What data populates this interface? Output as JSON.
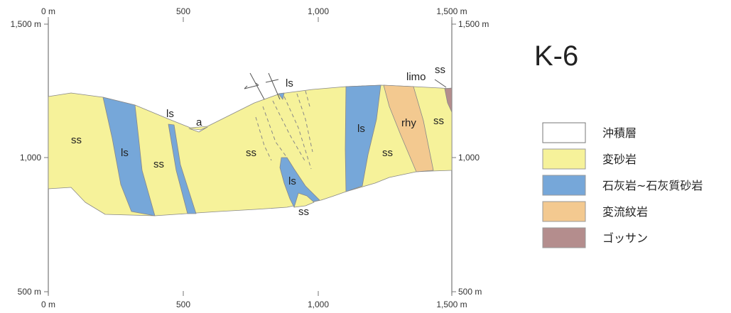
{
  "title": "K-6",
  "axes": {
    "top_ticks": [
      "0 m",
      "500",
      "1,000",
      "1,500 m"
    ],
    "bottom_ticks": [
      "0 m",
      "500",
      "1,000",
      "1,500 m"
    ],
    "left_ticks": [
      "1,500 m",
      "1,000",
      "500 m"
    ],
    "right_ticks": [
      "1,500 m",
      "1,000",
      "500 m"
    ]
  },
  "rock_labels": {
    "ss_left": "ss",
    "ls_left": "ls",
    "ss_mid_left": "ss",
    "ls_small": "ls",
    "a": "a",
    "ss_center": "ss",
    "ls_top": "ls",
    "ls_center": "ls",
    "ss_bottom": "ss",
    "ls_right": "ls",
    "ss_right": "ss",
    "rhy": "rhy",
    "ss_far_right": "ss",
    "limo": "limo",
    "ss_top_right": "ss"
  },
  "legend": [
    {
      "label": "沖積層",
      "color": "#ffffff"
    },
    {
      "label": "変砂岩",
      "color": "#f6f29a"
    },
    {
      "label": "石灰岩~石灰質砂岩",
      "color": "#76a7d9"
    },
    {
      "label": "変流紋岩",
      "color": "#f3c990"
    },
    {
      "label": "ゴッサン",
      "color": "#b48d8d"
    }
  ],
  "colors": {
    "sandstone": "#f6f29a",
    "limestone": "#76a7d9",
    "rhyolite": "#f3c990",
    "gossan": "#b48d8d",
    "outline": "#777777"
  }
}
